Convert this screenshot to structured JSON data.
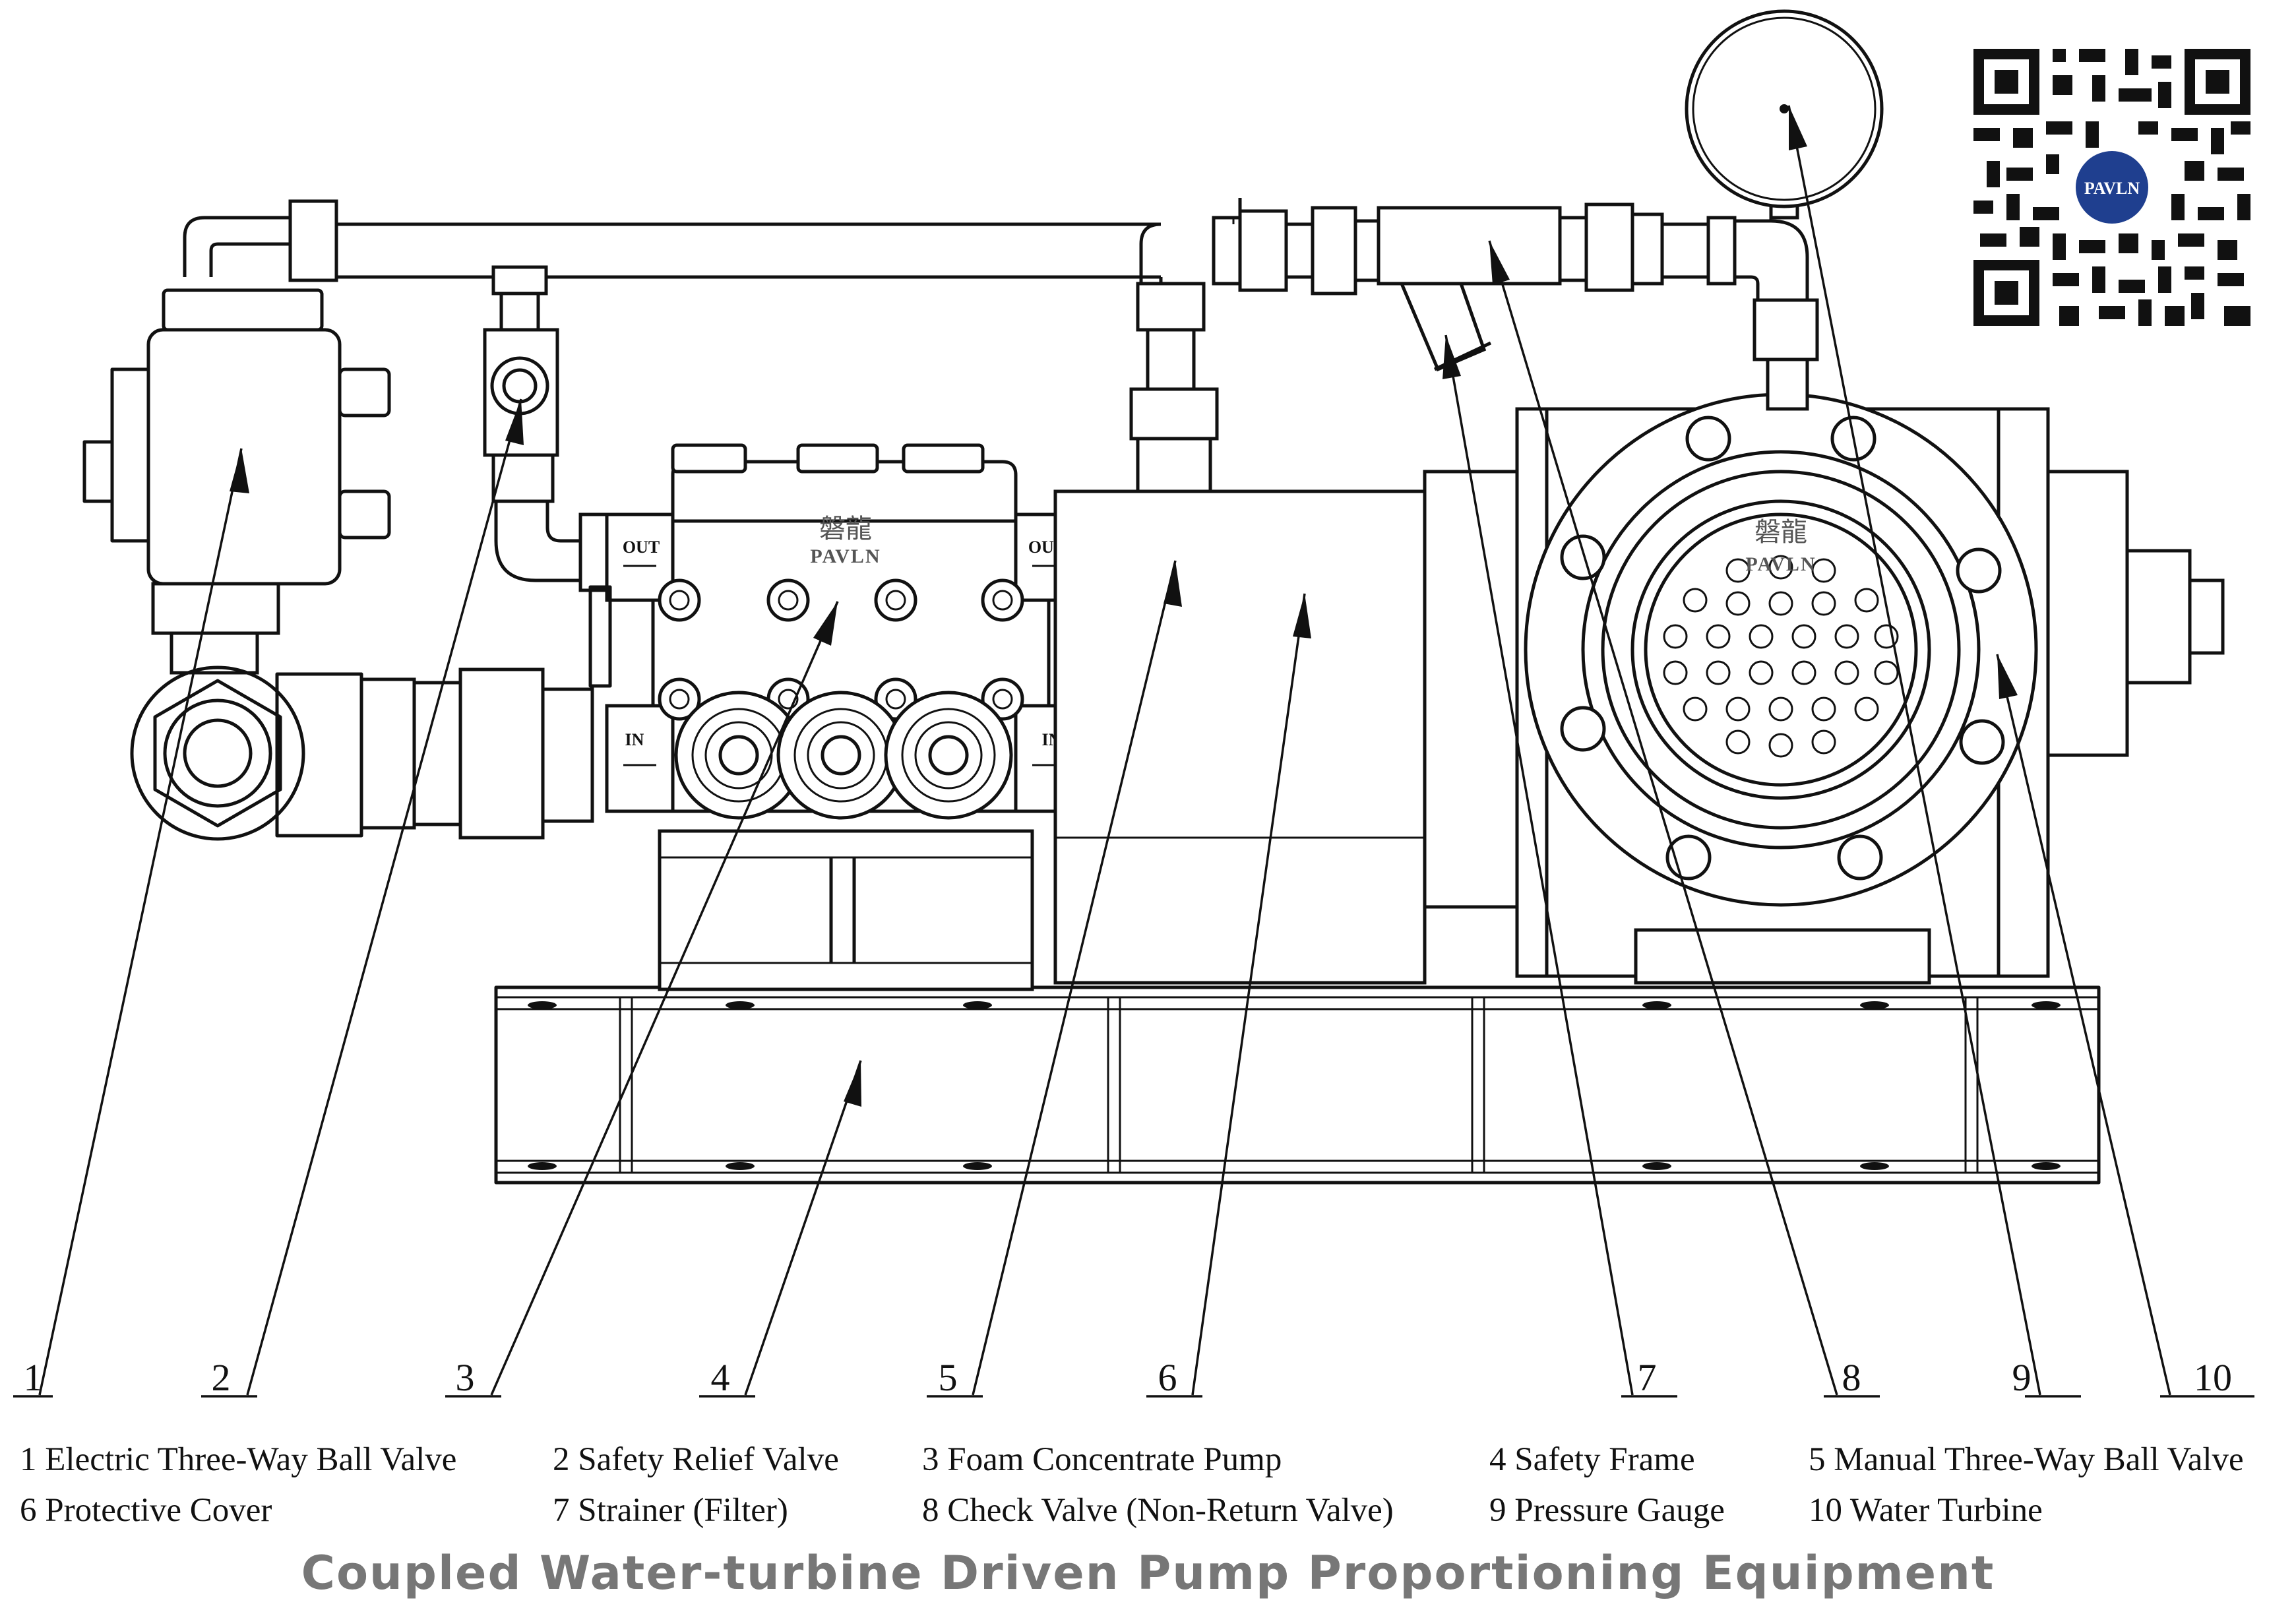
{
  "brand": {
    "name_cn": "磐龍",
    "name_en": "PAVLN"
  },
  "ports": {
    "out": "OUT",
    "in": "IN"
  },
  "callouts": [
    "1",
    "2",
    "3",
    "4",
    "5",
    "6",
    "7",
    "8",
    "9",
    "10"
  ],
  "legend": [
    "1 Electric Three-Way Ball Valve",
    "2 Safety Relief Valve",
    "3 Foam Concentrate Pump",
    "4 Safety Frame",
    "5 Manual Three-Way Ball Valve",
    "6 Protective Cover",
    "7 Strainer (Filter)",
    "8 Check Valve (Non-Return Valve)",
    "9 Pressure Gauge",
    "10 Water Turbine"
  ],
  "title": "Coupled Water-turbine Driven Pump Proportioning Equipment",
  "icons": {
    "qr": "qr-code-icon",
    "logo": "pavln-logo-icon"
  },
  "colors": {
    "line": "#111111",
    "title": "#777777",
    "logo_blue": "#1f3f8f"
  }
}
